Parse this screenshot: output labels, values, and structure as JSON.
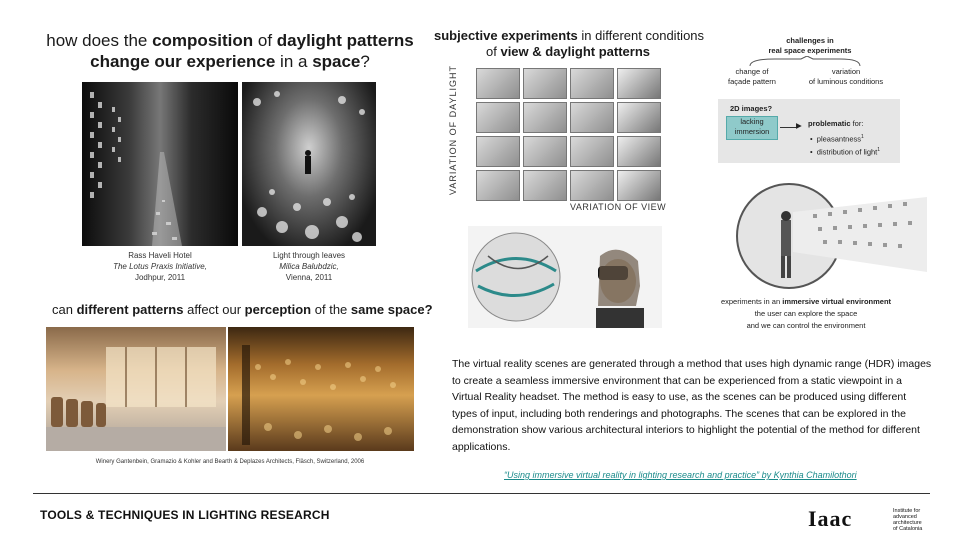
{
  "left_top": {
    "q_part1": "how does the ",
    "q_bold1": "composition",
    "q_part2": " of ",
    "q_bold2": "daylight patterns",
    "q_bold3": "change our experience",
    "q_part3": " in a ",
    "q_bold4": "space",
    "q_end": "?",
    "cap1": {
      "line1": "Rass Haveli Hotel",
      "line2": "The Lotus Praxis Initiative,",
      "line3": "Jodhpur, 2011"
    },
    "cap2": {
      "line1": "Light through leaves",
      "line2": "Milica Balubdzic,",
      "line3": "Vienna, 2011"
    }
  },
  "left_bottom": {
    "q_part1": "can ",
    "q_bold1": "different patterns",
    "q_part2": " affect our ",
    "q_bold2": "perception",
    "q_part3": " of the ",
    "q_bold3": "same space?",
    "caption": "Winery Gantenbein, Gramazio & Kohler and Bearth & Deplazes Architects, Fläsch, Switzerland, 2006"
  },
  "middle": {
    "title_bold1": "subjective experiments",
    "title_part1": " in different conditions",
    "title_part2": "of ",
    "title_bold2": "view & daylight patterns",
    "vlabel": "VARIATION OF DAYLIGHT",
    "hlabel": "VARIATION OF VIEW"
  },
  "right": {
    "challenges_title1": "challenges in",
    "challenges_title2": "real space experiments",
    "branch1a": "change of",
    "branch1b": "façade pattern",
    "branch2a": "variation",
    "branch2b": "of luminous conditions",
    "q2d": "2D images?",
    "lacking1": "lacking",
    "lacking2": "immersion",
    "problematic": "problematic",
    "problematic_for": " for:",
    "bullet1": "pleasantness",
    "bullet2": "distribution of light",
    "ive_part1": "experiments in an ",
    "ive_bold": "immersive virtual environment",
    "ive_line2": "the user can explore the space",
    "ive_line3": "and we can control the environment"
  },
  "body_text": "The virtual reality scenes are generated through a method that uses high dynamic range (HDR) images to create a seamless immersive environment that can be experienced from a static viewpoint in a Virtual Reality headset. The method is easy to use, as the scenes can be produced using different types of input, including both renderings and photographs. The scenes that can be explored in the demonstration show various architectural interiors to highlight the potential of the method for different applications.",
  "link_text": "“Using immersive virtual reality in lighting research and practice” by Kynthia Chamilothori",
  "footer": {
    "title": "TOOLS & TECHNIQUES IN LIGHTING RESEARCH",
    "logo": "Iaac",
    "inst1": "Institute for",
    "inst2": "advanced",
    "inst3": "architecture",
    "inst4": "of Catalonia"
  }
}
